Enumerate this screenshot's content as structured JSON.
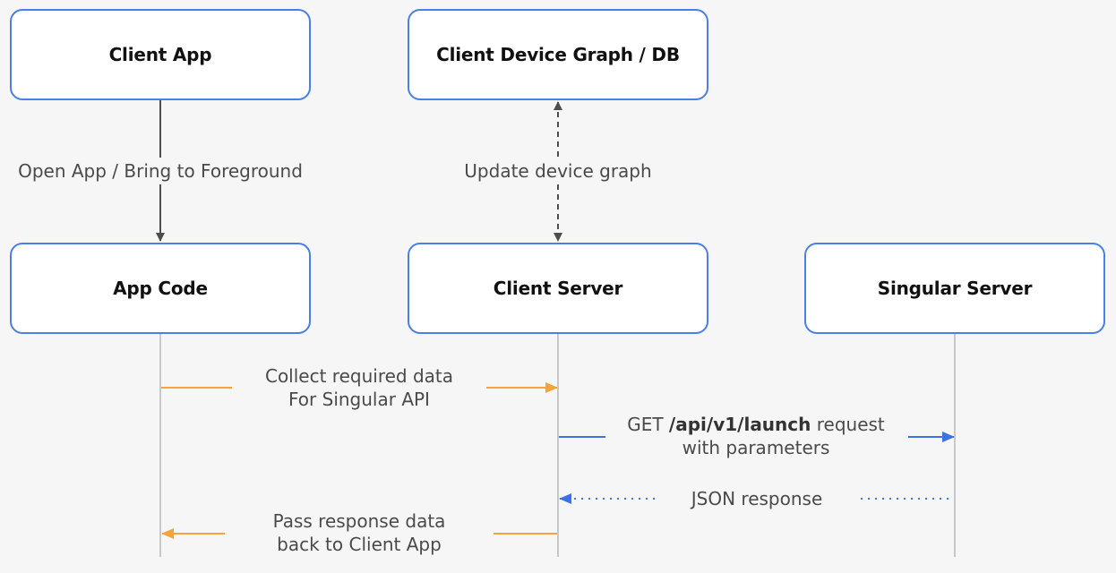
{
  "boxes": {
    "client_app": "Client App",
    "device_graph": "Client Device Graph / DB",
    "app_code": "App Code",
    "client_server": "Client Server",
    "singular_server": "Singular Server"
  },
  "labels": {
    "open_app": "Open App / Bring to Foreground",
    "update_graph": "Update device graph",
    "collect_line1": "Collect required data",
    "collect_line2": "For Singular API",
    "get_prefix": "GET",
    "get_path": "/api/v1/launch",
    "get_suffix": "request",
    "get_line2": "with parameters",
    "json_response": "JSON response",
    "pass_line1": "Pass response data",
    "pass_line2": "back to Client App"
  },
  "colors": {
    "box_border": "#4a7fe8",
    "dark_arrow": "#4d4d4d",
    "orange_arrow": "#f5a33a",
    "blue_arrow": "#3b73e6",
    "lifeline": "#c8c8c8"
  }
}
